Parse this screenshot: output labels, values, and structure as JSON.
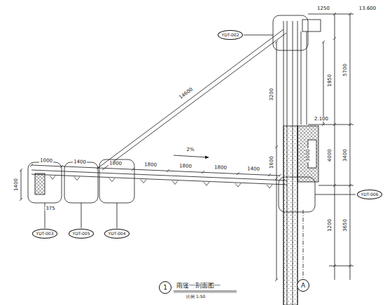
{
  "diagram": {
    "title": "雨篷一剖面图一",
    "caption": "比例 1:50",
    "nodes": [
      {
        "text": [
          "YDT-002"
        ]
      },
      {
        "text": [
          "YDT-003"
        ]
      },
      {
        "text": [
          "YDT-005"
        ]
      },
      {
        "text": [
          "YDT-004"
        ]
      },
      {
        "text": [
          "YDT-006"
        ]
      },
      {
        "text": [
          "A"
        ]
      },
      {
        "text": [
          "1"
        ]
      }
    ],
    "labels": [
      "14600",
      "2%",
      "1000",
      "1400",
      "1800",
      "1800",
      "1800",
      "1800",
      "1400",
      "1400",
      "1250",
      "13.600",
      "1950",
      "5700",
      "3400",
      "3650",
      "4000",
      "1200",
      "3200",
      "1600",
      "2.100",
      "3000",
      "375"
    ]
  }
}
